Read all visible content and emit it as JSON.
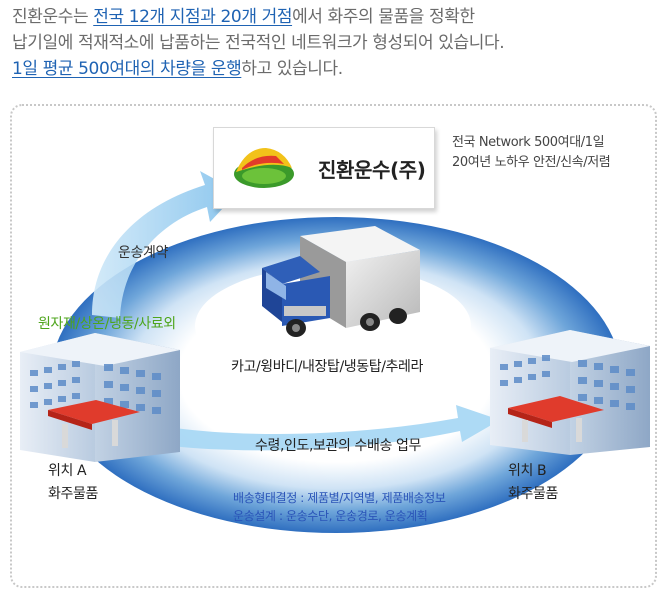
{
  "intro": {
    "line1_pre": "진환운수는 ",
    "line1_hl": "전국 12개 지점과 20개 거점",
    "line1_post": "에서 화주의 물품을 정확한",
    "line2": "납기일에 적재적소에 납품하는 전국적인 네트워크가 형성되어 있습니다.",
    "line3_hl": "1일 평균 500여대의 차량을 운행",
    "line3_post": "하고 있습니다."
  },
  "company": {
    "name": "진환운수(주)",
    "info_line1": "전국 Network 500여대/1일",
    "info_line2": "20여년 노하우 안전/신속/저렴"
  },
  "labels": {
    "contract": "운송계약",
    "cargo_types": "원자재/상온/냉동/사료외",
    "vehicles": "카고/윙바디/내장탑/냉동탑/추레라",
    "services": "수령,인도,보관의 수배송 업무"
  },
  "location_a": {
    "line1": "위치 A",
    "line2": "화주물품"
  },
  "location_b": {
    "line1": "위치 B",
    "line2": "화주물품"
  },
  "notes": {
    "line1": "배송형태결정 : 제품별/지역별, 제품배송정보",
    "line2": "운송설계 : 운송수단, 운송경로, 운송계획"
  },
  "colors": {
    "highlight": "#1f63b3",
    "body_text": "#6b6b6b",
    "ring_blue": "#2f6fc0",
    "green_label": "#4ea51c",
    "note_blue": "#2a54b8"
  }
}
